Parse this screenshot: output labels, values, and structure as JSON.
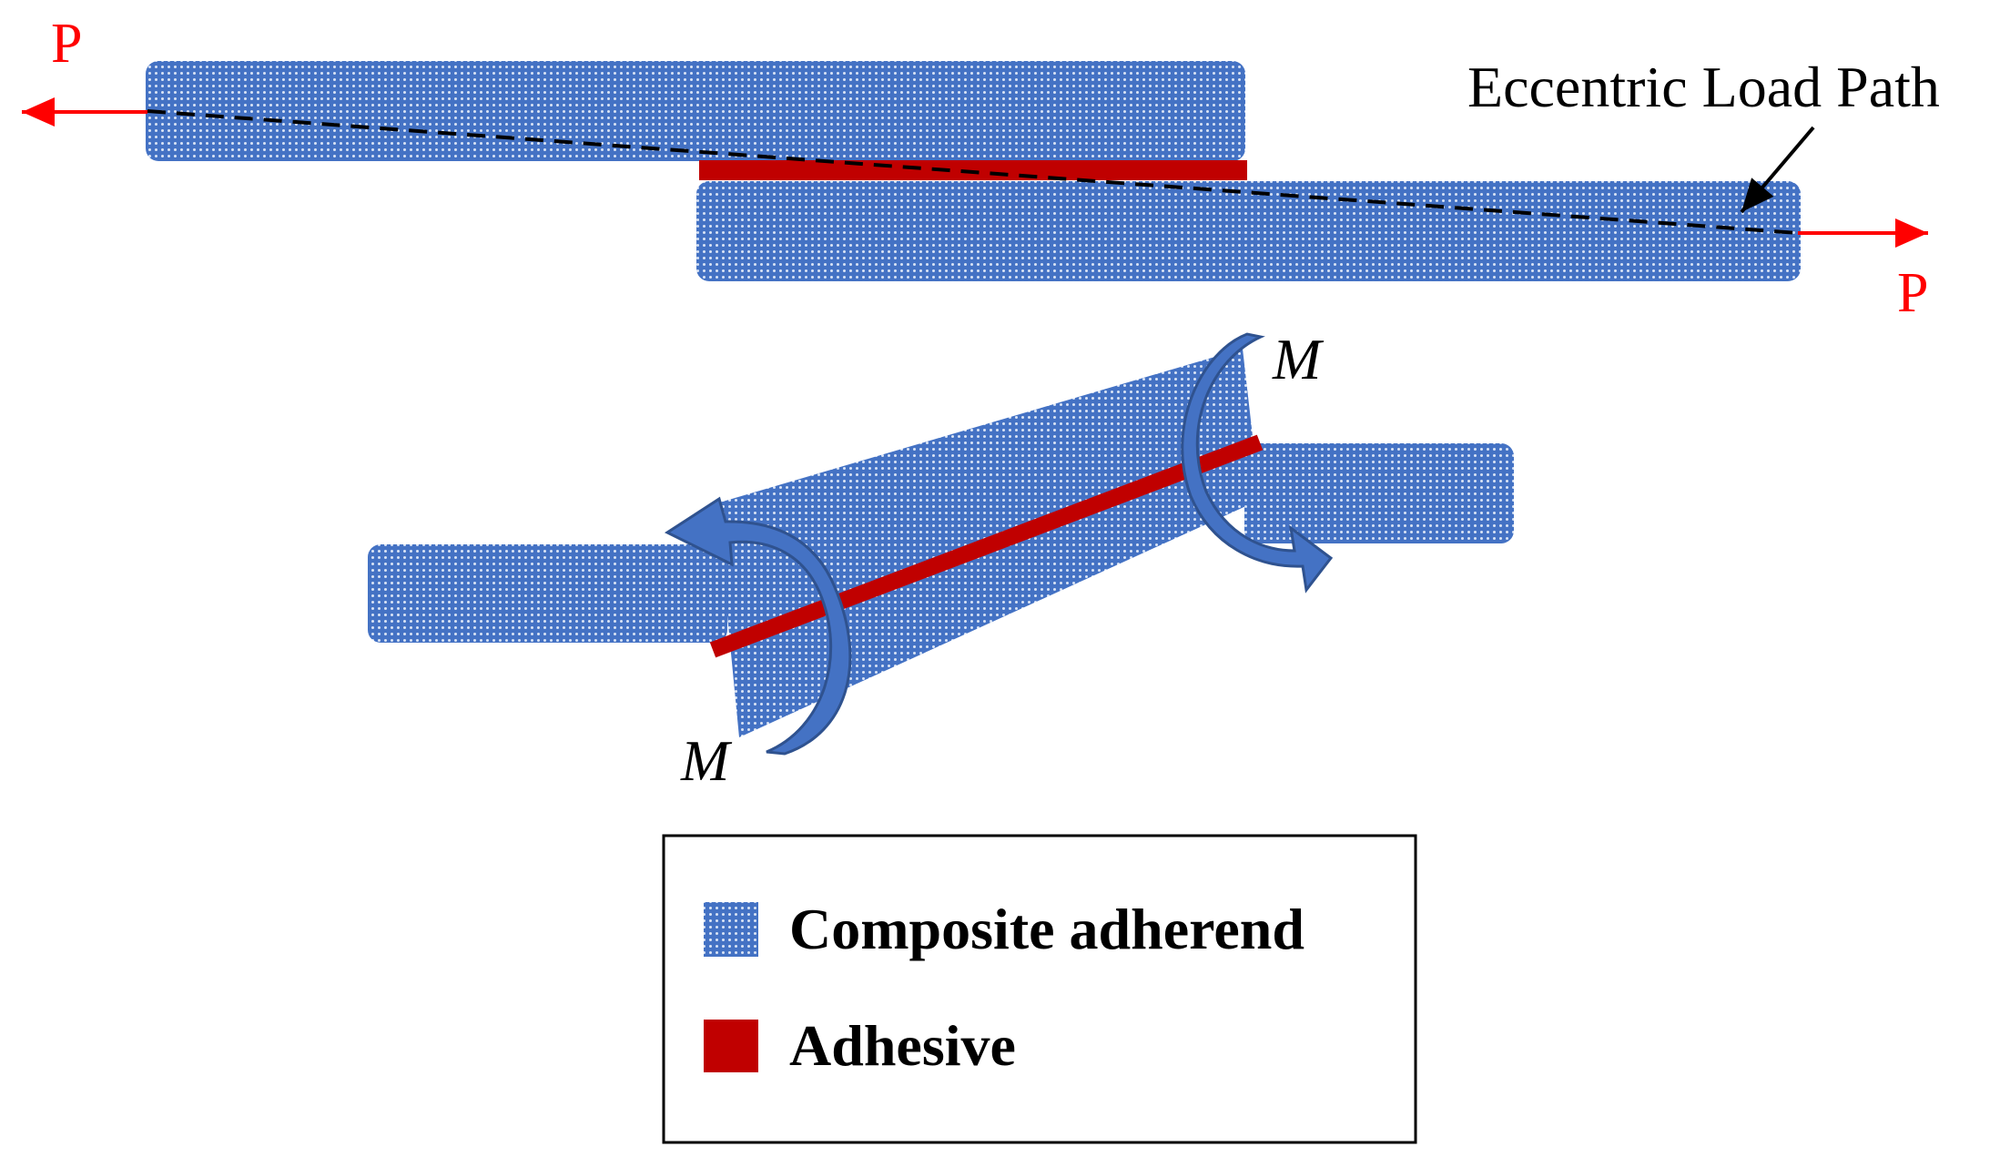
{
  "colors": {
    "adherend_fill": "#4472C4",
    "adherend_dot": "#d9e3f5",
    "adhesive": "#C00000",
    "load_arrow": "#FF0000",
    "moment_arrow": "#4472C4",
    "moment_arrow_stroke": "#2F528F",
    "load_path": "#000000",
    "text": "#000000"
  },
  "labels": {
    "load_left": "P",
    "load_right": "P",
    "load_path": "Eccentric Load Path",
    "moment_top": "M",
    "moment_bottom": "M"
  },
  "legend": {
    "items": [
      {
        "icon": "hatched-blue-square",
        "label": "Composite adherend"
      },
      {
        "icon": "solid-red-square",
        "label": "Adhesive"
      }
    ]
  }
}
